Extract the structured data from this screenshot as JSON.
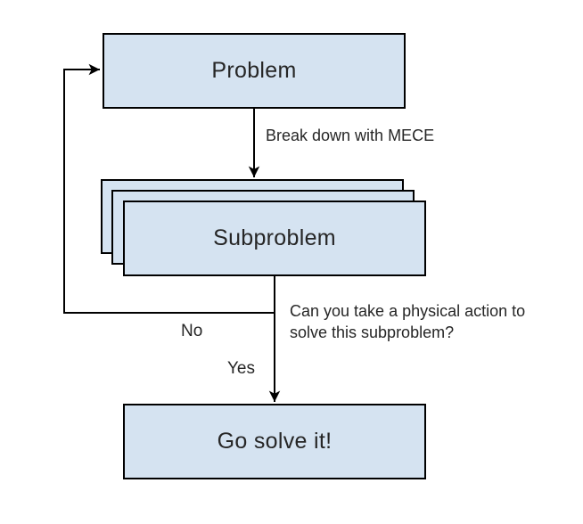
{
  "colors": {
    "background": "#ffffff",
    "node_fill": "#d5e3f1",
    "node_border": "#000000",
    "connector": "#000000",
    "text": "#262626"
  },
  "nodes": {
    "problem": {
      "label": "Problem"
    },
    "subproblem": {
      "label": "Subproblem"
    },
    "go_solve": {
      "label": "Go solve it!"
    }
  },
  "edges": {
    "break_down": {
      "label": "Break down with MECE"
    },
    "question": {
      "line1": "Can you take a physical action to",
      "line2": "solve this subproblem?"
    },
    "no_branch": {
      "label": "No"
    },
    "yes_branch": {
      "label": "Yes"
    }
  }
}
